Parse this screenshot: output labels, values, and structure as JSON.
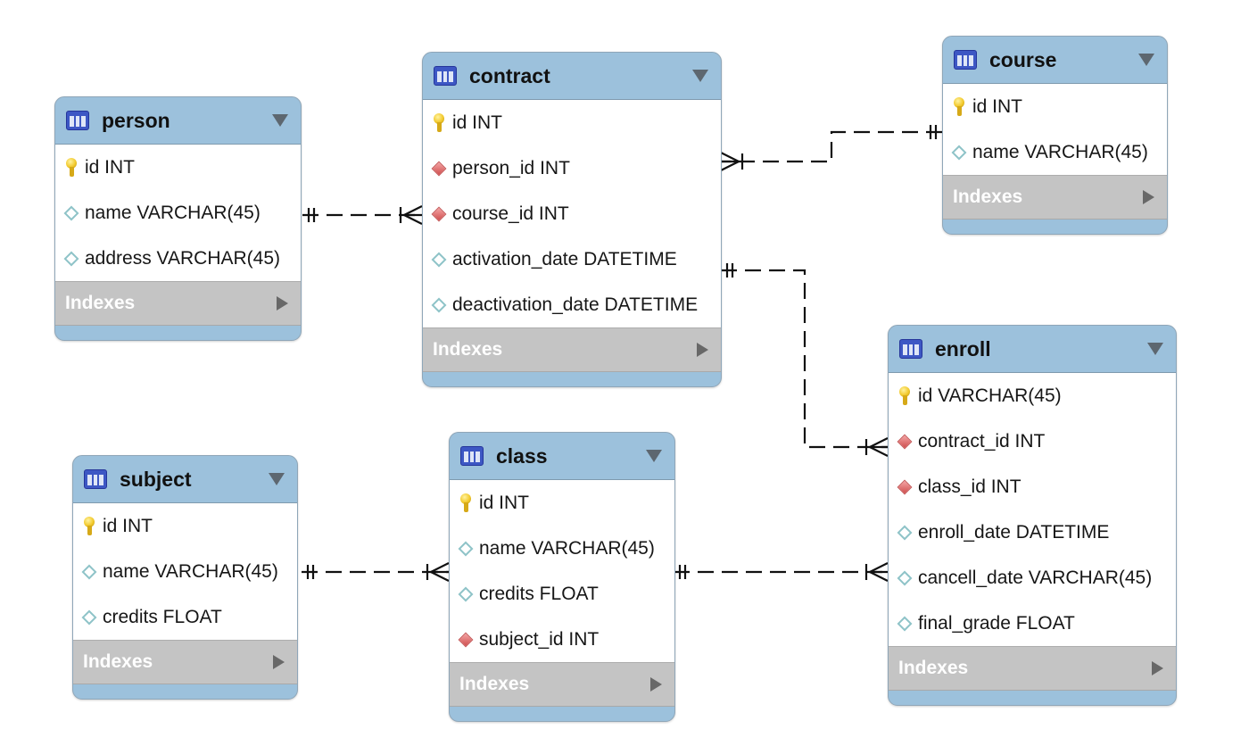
{
  "tables": [
    {
      "id": "person",
      "name": "person",
      "columns": [
        {
          "icon": "primary-key-icon",
          "label": "id INT"
        },
        {
          "icon": "column-icon",
          "label": "name VARCHAR(45)"
        },
        {
          "icon": "column-icon",
          "label": "address VARCHAR(45)"
        }
      ],
      "indexes_label": "Indexes"
    },
    {
      "id": "contract",
      "name": "contract",
      "columns": [
        {
          "icon": "primary-key-icon",
          "label": "id INT"
        },
        {
          "icon": "foreign-key-icon",
          "label": "person_id INT"
        },
        {
          "icon": "foreign-key-icon",
          "label": "course_id INT"
        },
        {
          "icon": "column-icon",
          "label": "activation_date DATETIME"
        },
        {
          "icon": "column-icon",
          "label": "deactivation_date DATETIME"
        }
      ],
      "indexes_label": "Indexes"
    },
    {
      "id": "course",
      "name": "course",
      "columns": [
        {
          "icon": "primary-key-icon",
          "label": "id INT"
        },
        {
          "icon": "column-icon",
          "label": "name VARCHAR(45)"
        }
      ],
      "indexes_label": "Indexes"
    },
    {
      "id": "enroll",
      "name": "enroll",
      "columns": [
        {
          "icon": "primary-key-icon",
          "label": "id VARCHAR(45)"
        },
        {
          "icon": "foreign-key-icon",
          "label": "contract_id INT"
        },
        {
          "icon": "foreign-key-icon",
          "label": "class_id INT"
        },
        {
          "icon": "column-icon",
          "label": "enroll_date DATETIME"
        },
        {
          "icon": "column-icon",
          "label": "cancell_date VARCHAR(45)"
        },
        {
          "icon": "column-icon",
          "label": "final_grade FLOAT"
        }
      ],
      "indexes_label": "Indexes"
    },
    {
      "id": "subject",
      "name": "subject",
      "columns": [
        {
          "icon": "primary-key-icon",
          "label": "id INT"
        },
        {
          "icon": "column-icon",
          "label": "name VARCHAR(45)"
        },
        {
          "icon": "column-icon",
          "label": "credits FLOAT"
        }
      ],
      "indexes_label": "Indexes"
    },
    {
      "id": "class",
      "name": "class",
      "columns": [
        {
          "icon": "primary-key-icon",
          "label": "id INT"
        },
        {
          "icon": "column-icon",
          "label": "name VARCHAR(45)"
        },
        {
          "icon": "column-icon",
          "label": "credits FLOAT"
        },
        {
          "icon": "foreign-key-icon",
          "label": "subject_id INT"
        }
      ],
      "indexes_label": "Indexes"
    }
  ],
  "relationships": [
    {
      "one": "person",
      "many": "contract",
      "type": "one-to-many"
    },
    {
      "one": "course",
      "many": "contract",
      "type": "one-to-many"
    },
    {
      "one": "contract",
      "many": "enroll",
      "type": "one-to-many"
    },
    {
      "one": "subject",
      "many": "class",
      "type": "one-to-many"
    },
    {
      "one": "class",
      "many": "enroll",
      "type": "one-to-many"
    }
  ],
  "colors": {
    "table_header": "#9cc1dc",
    "indexes_bar": "#c4c4c4",
    "table_icon": "#3d57c4",
    "line": "#111111"
  }
}
